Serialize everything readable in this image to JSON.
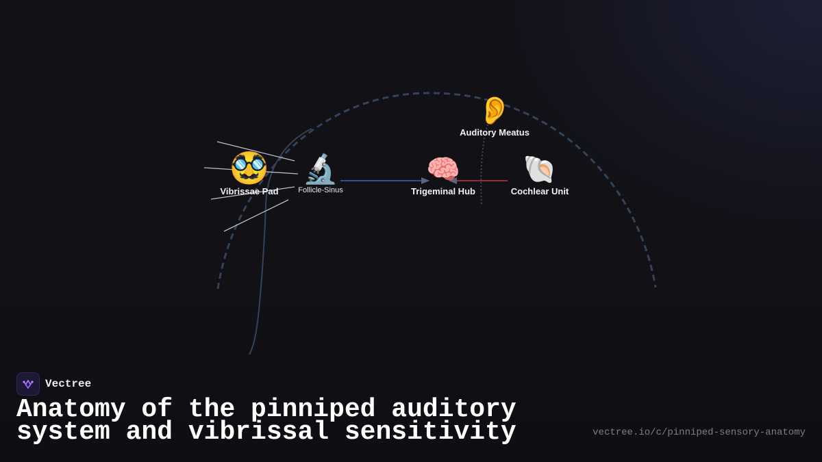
{
  "brand": {
    "name": "Vectree",
    "logo_icon": "vectree-logo-icon",
    "accent": "#8b5cf6"
  },
  "title_line1": "Anatomy of the pinniped auditory",
  "title_line2": "system and vibrissal sensitivity",
  "url": "vectree.io/c/pinniped-sensory-anatomy",
  "nodes": {
    "vibrissae_pad": {
      "icon": "🥸",
      "label": "Vibrissae Pad"
    },
    "follicle_sinus": {
      "icon": "🔬",
      "label": "Follicle-Sinus"
    },
    "trigeminal_hub": {
      "icon": "🧠",
      "label": "Trigeminal Hub"
    },
    "cochlear_unit": {
      "icon": "🐚",
      "label": "Cochlear Unit"
    },
    "auditory_meatus": {
      "icon": "👂",
      "label": "Auditory Meatus"
    }
  },
  "connections": [
    {
      "from": "Follicle-Sinus",
      "to": "Trigeminal Hub",
      "color": "#3b4a8c"
    },
    {
      "from": "Cochlear Unit",
      "to": "Trigeminal Hub",
      "color": "#9b2e3c"
    }
  ],
  "colors": {
    "arc": "#34425a",
    "whisker": "#b9c0cf",
    "background": "#111116"
  }
}
